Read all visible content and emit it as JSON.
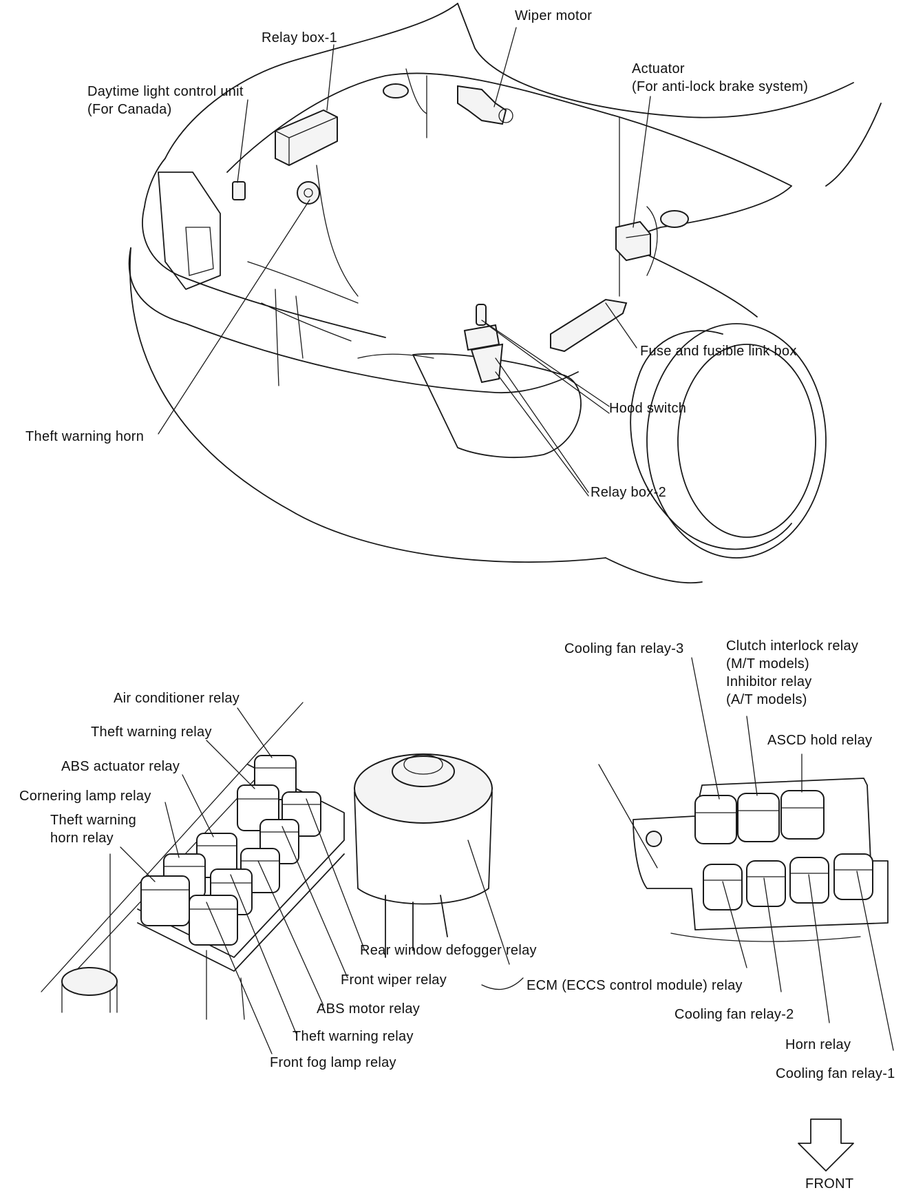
{
  "engine_bay": {
    "labels": {
      "wiper_motor": "Wiper motor",
      "relay_box_1": "Relay box-1",
      "actuator": "Actuator",
      "actuator_note": "(For anti-lock brake system)",
      "daytime_light": "Daytime light control unit",
      "daytime_light_note": "(For Canada)",
      "fuse_box": "Fuse and fusible link box",
      "hood_switch": "Hood switch",
      "theft_horn": "Theft warning horn",
      "relay_box_2": "Relay box-2"
    }
  },
  "relay_box_1_detail": {
    "labels": {
      "air_conditioner": "Air conditioner relay",
      "theft_warning_top": "Theft warning relay",
      "abs_actuator": "ABS actuator relay",
      "cornering_lamp": "Cornering lamp relay",
      "theft_horn_relay_l1": "Theft warning",
      "theft_horn_relay_l2": "horn relay",
      "rear_defogger": "Rear window defogger relay",
      "front_wiper": "Front wiper relay",
      "abs_motor": "ABS motor relay",
      "theft_warning_bottom": "Theft warning relay",
      "front_fog": "Front fog lamp relay"
    }
  },
  "relay_box_2_detail": {
    "labels": {
      "cooling_fan_3": "Cooling fan relay-3",
      "clutch_interlock": "Clutch interlock relay",
      "mt_models": "(M/T models)",
      "inhibitor": "Inhibitor relay",
      "at_models": "(A/T models)",
      "ascd_hold": "ASCD hold relay",
      "ecm": "ECM (ECCS control module) relay",
      "cooling_fan_2": "Cooling fan relay-2",
      "horn": "Horn relay",
      "cooling_fan_1": "Cooling fan relay-1"
    }
  },
  "front_indicator": {
    "label": "FRONT",
    "icon": "down-arrow-icon"
  }
}
